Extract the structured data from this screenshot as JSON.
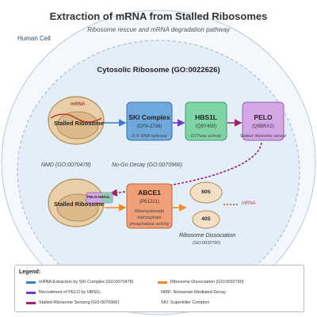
{
  "title": "Extraction of mRNA from Stalled Ribosomes",
  "subtitle": "Ribosome rescue and mRNA degradation pathway",
  "cell_label": "Human Cell",
  "compartment_label": "Cytosolic Ribosome (GO:0022626)",
  "ribosome_top": {
    "mrna_label": "mRNA",
    "label": "Stalled Ribosome"
  },
  "ski": {
    "title": "SKI Complex",
    "id": "(CPX-2736)",
    "note": "3'-5' RNA helicase",
    "color": "#6fa8dc"
  },
  "hbs1l": {
    "title": "HBS1L",
    "id": "(Q9Y450)",
    "note": "GTPase activity",
    "color": "#7fd4a6"
  },
  "pelo": {
    "title": "PELO",
    "id": "(Q9BRX2)",
    "note": "Stalled ribosome sensor",
    "color": "#d5a6e6"
  },
  "pathway_nmd": "NMD (GO:0070478)",
  "pathway_nogo": "No-Go Decay (GO:0070966)",
  "ribosome_bottom": {
    "label": "Stalled Ribosome",
    "badge": "PELO-HBS1L"
  },
  "abce1": {
    "title": "ABCE1",
    "id": "(P61221)",
    "note_lines": [
      "Ribonucleoside",
      "triphosphate",
      "phosphatase activity"
    ],
    "color": "#f0a079"
  },
  "subunit_60s": "60S",
  "subunit_40s": "40S",
  "mrna_free": "mRNA",
  "dissociation": {
    "label": "Ribosome Dissociation",
    "go": "(GO:0032790)"
  },
  "legend": {
    "title": "Legend:",
    "items": [
      {
        "color": "#3d7cc9",
        "label": "mRNA Extraction by SKI Complex (GO:0070478)"
      },
      {
        "color": "#f08a24",
        "label": "Ribosome Dissociation (GO:0032790)"
      },
      {
        "color": "#6a3dc9",
        "label": "Recruitment of PELO by HBS1L"
      },
      {
        "color": "",
        "label": "NMD: Nonsense-Mediated Decay"
      },
      {
        "color": "#a0206a",
        "label": "Stalled Ribosome Sensing (GO:0070966)"
      },
      {
        "color": "",
        "label": "SKI: Superkiller Complex"
      }
    ]
  }
}
